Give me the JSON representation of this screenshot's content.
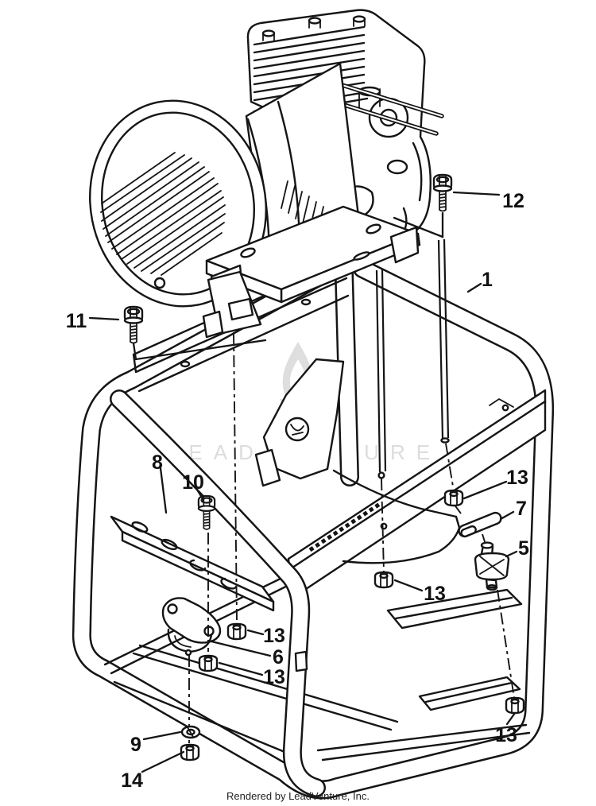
{
  "document": {
    "kind": "exploded-parts-diagram",
    "subject": "generator engine and frame assembly",
    "footer": "Rendered by LeadVenture, Inc.",
    "watermark": "LEADVENTURE"
  },
  "colors": {
    "background": "#ffffff",
    "line": "#151515",
    "watermark": "#dcdcdc"
  },
  "callouts": [
    {
      "text": "12"
    },
    {
      "text": "11"
    },
    {
      "text": "1"
    },
    {
      "text": "8"
    },
    {
      "text": "10"
    },
    {
      "text": "13"
    },
    {
      "text": "7"
    },
    {
      "text": "5"
    },
    {
      "text": "13"
    },
    {
      "text": "13"
    },
    {
      "text": "6"
    },
    {
      "text": "13"
    },
    {
      "text": "9"
    },
    {
      "text": "14"
    },
    {
      "text": "13"
    }
  ]
}
